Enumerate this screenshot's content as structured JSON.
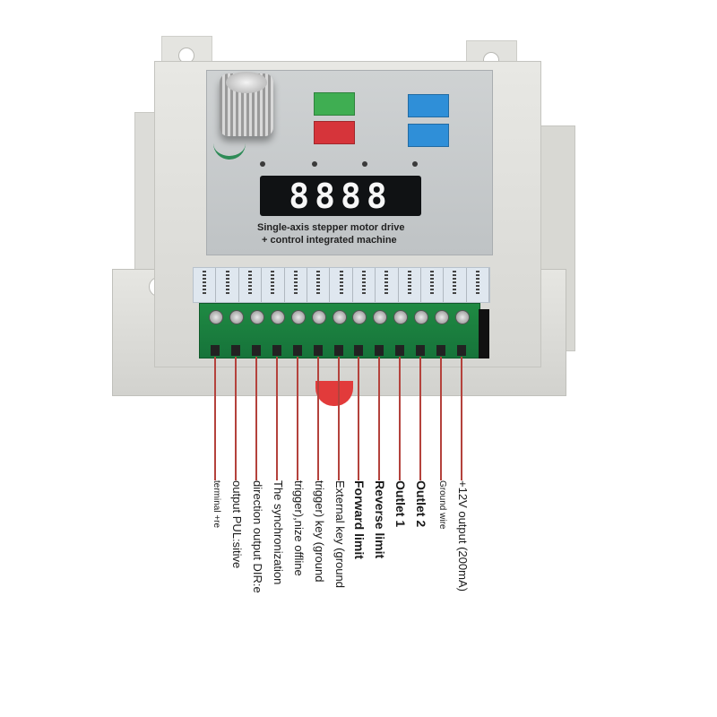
{
  "device": {
    "caption_line1": "Single-axis stepper motor drive",
    "caption_line2": "+ control integrated machine",
    "display_value": "8888"
  },
  "colors": {
    "enclosure": "#dcdcd8",
    "panel": "#c6c9cb",
    "terminal_block": "#1f8a43",
    "wire": "#b4423c",
    "button_green": "#3fae52",
    "button_red": "#d6343a",
    "button_blue": "#2f8fd8"
  },
  "terminals": [
    {
      "label": "terminal +re"
    },
    {
      "label": "output PUL:sitive"
    },
    {
      "label": "direction output DIR:e"
    },
    {
      "label": "The synchronization"
    },
    {
      "label": "trigger),nize offline"
    },
    {
      "label": "trigger) key (ground"
    },
    {
      "label": "External key (ground"
    },
    {
      "label": "Forward limit"
    },
    {
      "label": "Reverse limit"
    },
    {
      "label": "Outlet 1"
    },
    {
      "label": "Outlet 2"
    },
    {
      "label": "Ground wire"
    },
    {
      "label": "+12V output (200mA)"
    }
  ]
}
